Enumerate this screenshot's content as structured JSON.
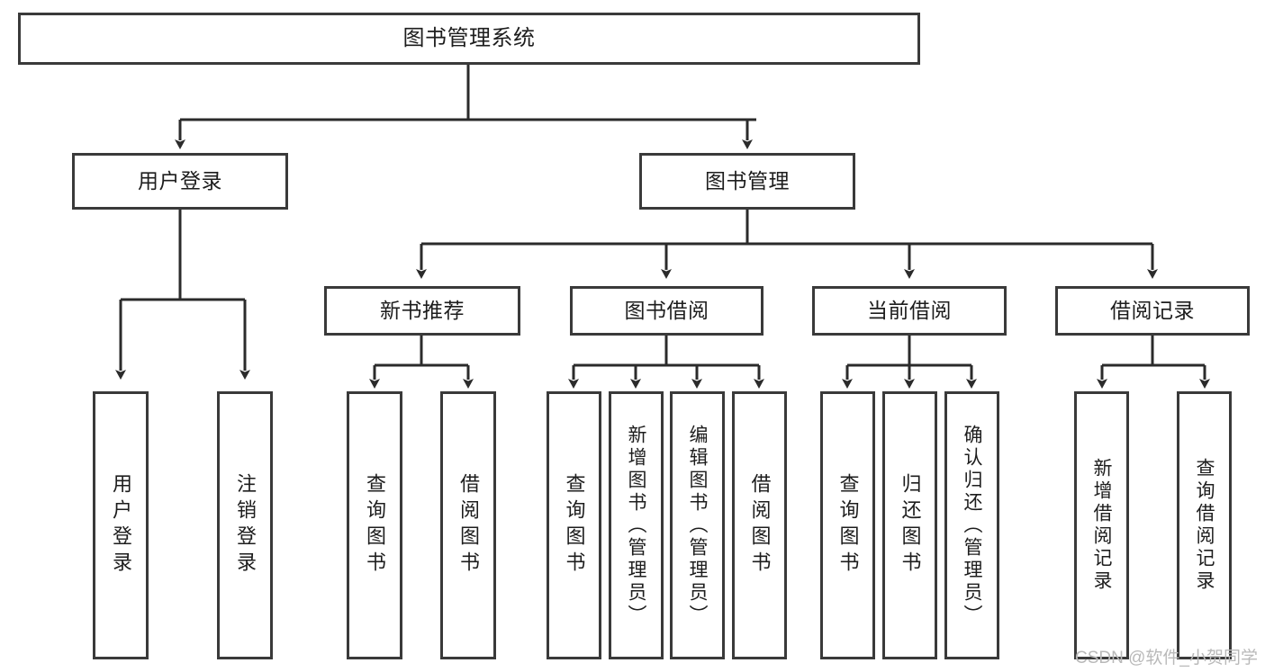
{
  "diagram": {
    "title": "图书管理系统",
    "type": "tree-hierarchy",
    "orientation": "top-down",
    "colors": {
      "box_border": "#3a3a3a",
      "box_fill": "#ffffff",
      "edge": "#2b2b2b",
      "text": "#1d1d1d",
      "watermark": "#b9b9b9",
      "background": "#ffffff"
    },
    "nodes": {
      "root": {
        "label": "图书管理系统"
      },
      "level2": [
        {
          "label": "用户登录"
        },
        {
          "label": "图书管理"
        }
      ],
      "level3": [
        {
          "label": "新书推荐"
        },
        {
          "label": "图书借阅"
        },
        {
          "label": "当前借阅"
        },
        {
          "label": "借阅记录"
        }
      ],
      "leaves": {
        "user_login": [
          {
            "label": "用户登录"
          },
          {
            "label": "注销登录"
          }
        ],
        "new_book_recommend": [
          {
            "label": "查询图书"
          },
          {
            "label": "借阅图书"
          }
        ],
        "book_borrow": [
          {
            "label": "查询图书"
          },
          {
            "label": "新增图书（管理员）"
          },
          {
            "label": "编辑图书（管理员）"
          },
          {
            "label": "借阅图书"
          }
        ],
        "current_borrow": [
          {
            "label": "查询图书"
          },
          {
            "label": "归还图书"
          },
          {
            "label": "确认归还（管理员）"
          }
        ],
        "borrow_record": [
          {
            "label": "新增借阅记录"
          },
          {
            "label": "查询借阅记录"
          }
        ]
      }
    }
  },
  "watermark": {
    "text": "CSDN @软件_小贺同学"
  }
}
